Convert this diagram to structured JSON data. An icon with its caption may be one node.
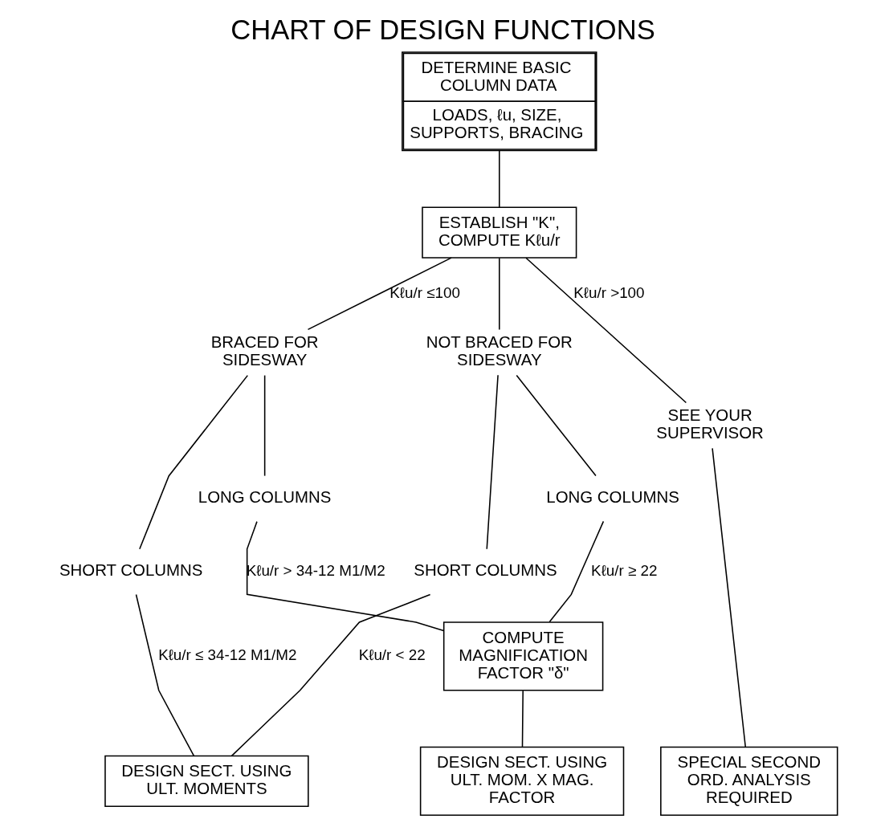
{
  "diagram": {
    "title": "CHART OF DESIGN FUNCTIONS",
    "nodes": [
      {
        "text": [
          "DETERMINE BASIC COLUMN DATA",
          "LOADS, ℓu, SIZE, SUPPORTS, BRACING"
        ]
      },
      {
        "text": [
          "ESTABLISH \"K\", COMPUTE Kℓu/r"
        ]
      },
      {
        "text": [
          "BRACED FOR SIDESWAY"
        ]
      },
      {
        "text": [
          "NOT BRACED FOR SIDESWAY"
        ]
      },
      {
        "text": [
          "SEE YOUR SUPERVISOR"
        ]
      },
      {
        "text": [
          "SHORT COLUMNS"
        ]
      },
      {
        "text": [
          "LONG COLUMNS"
        ]
      },
      {
        "text": [
          "SHORT COLUMNS"
        ]
      },
      {
        "text": [
          "LONG COLUMNS"
        ]
      },
      {
        "text": [
          "COMPUTE MAGNIFICATION FACTOR \"δ\""
        ]
      },
      {
        "text": [
          "DESIGN SECT. USING ULT. MOMENTS"
        ]
      },
      {
        "text": [
          "DESIGN SECT. USING ULT. MOM. X MAG. FACTOR"
        ]
      },
      {
        "text": [
          "SPECIAL SECOND ORD. ANALYSIS REQUIRED"
        ]
      }
    ],
    "edges": [
      {
        "from": 0,
        "to": 1,
        "arrow": "none"
      },
      {
        "from": 1,
        "to": 2,
        "arrow": "none",
        "label": "Kℓu/r ≤100"
      },
      {
        "from": 1,
        "to": 3,
        "arrow": "none"
      },
      {
        "from": 1,
        "to": 4,
        "arrow": "none",
        "label": "Kℓu/r >100"
      },
      {
        "from": 2,
        "to": 5,
        "arrow": "none"
      },
      {
        "from": 2,
        "to": 6,
        "arrow": "none"
      },
      {
        "from": 3,
        "to": 7,
        "arrow": "none"
      },
      {
        "from": 3,
        "to": 8,
        "arrow": "none"
      },
      {
        "from": 5,
        "to": 10,
        "arrow": "none",
        "label": "Kℓu/r ≤ 34-12 M1/M2"
      },
      {
        "from": 6,
        "to": 9,
        "arrow": "none",
        "label": "Kℓu/r > 34-12 M1/M2"
      },
      {
        "from": 7,
        "to": 10,
        "arrow": "none",
        "label": "Kℓu/r < 22"
      },
      {
        "from": 8,
        "to": 9,
        "arrow": "none",
        "label": "Kℓu/r ≥ 22"
      },
      {
        "from": 9,
        "to": 11,
        "arrow": "none"
      },
      {
        "from": 4,
        "to": 12,
        "arrow": "none"
      }
    ]
  }
}
